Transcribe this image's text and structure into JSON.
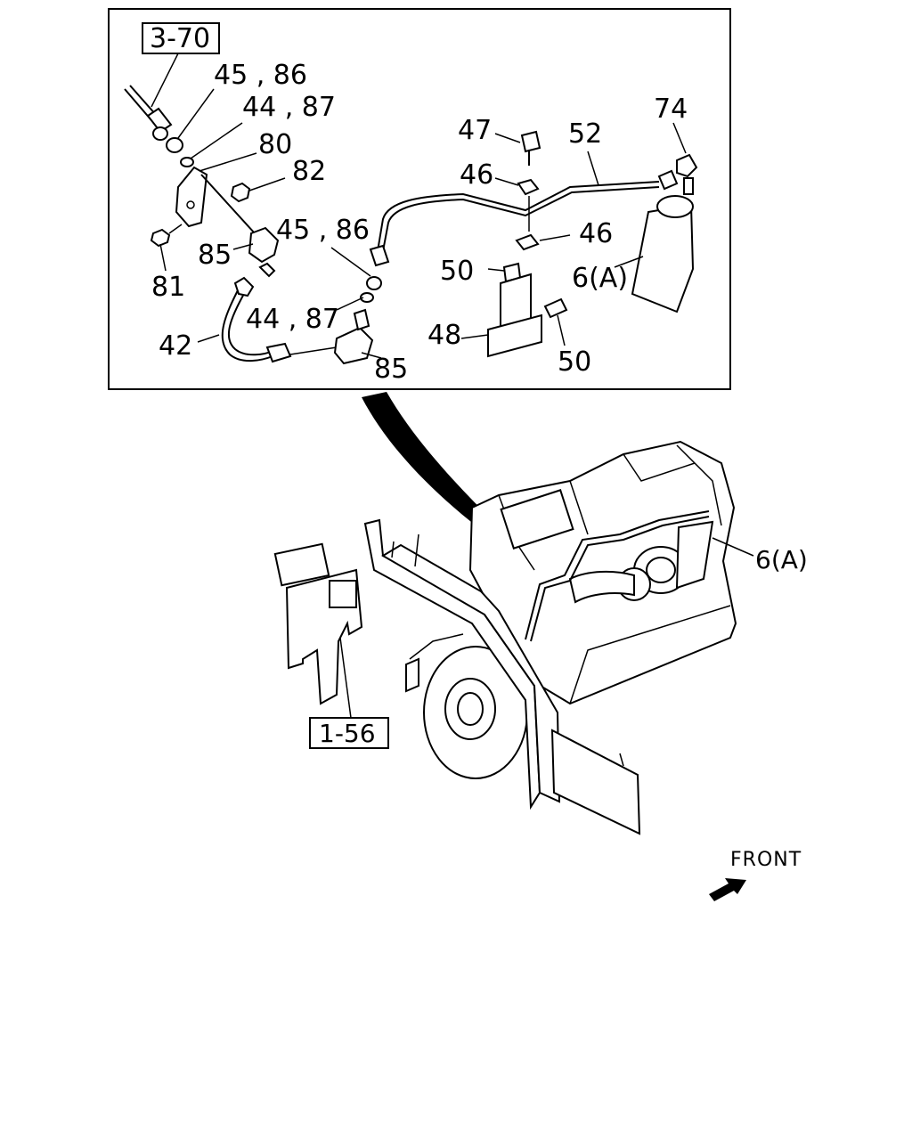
{
  "refs": {
    "ref_top": "3-70",
    "ref_bottom": "1-56"
  },
  "callouts": {
    "c45_86_a": "45 , 86",
    "c44_87_a": "44 , 87",
    "c80": "80",
    "c82": "82",
    "c85_a": "85",
    "c81": "81",
    "c42": "42",
    "c45_86_b": "45 , 86",
    "c44_87_b": "44 , 87",
    "c85_b": "85",
    "c47": "47",
    "c46_a": "46",
    "c46_b": "46",
    "c52": "52",
    "c74": "74",
    "c50_a": "50",
    "c50_b": "50",
    "c48": "48",
    "c6a_inset": "6(A)",
    "c6a_main": "6(A)"
  },
  "front_label": "FRONT"
}
